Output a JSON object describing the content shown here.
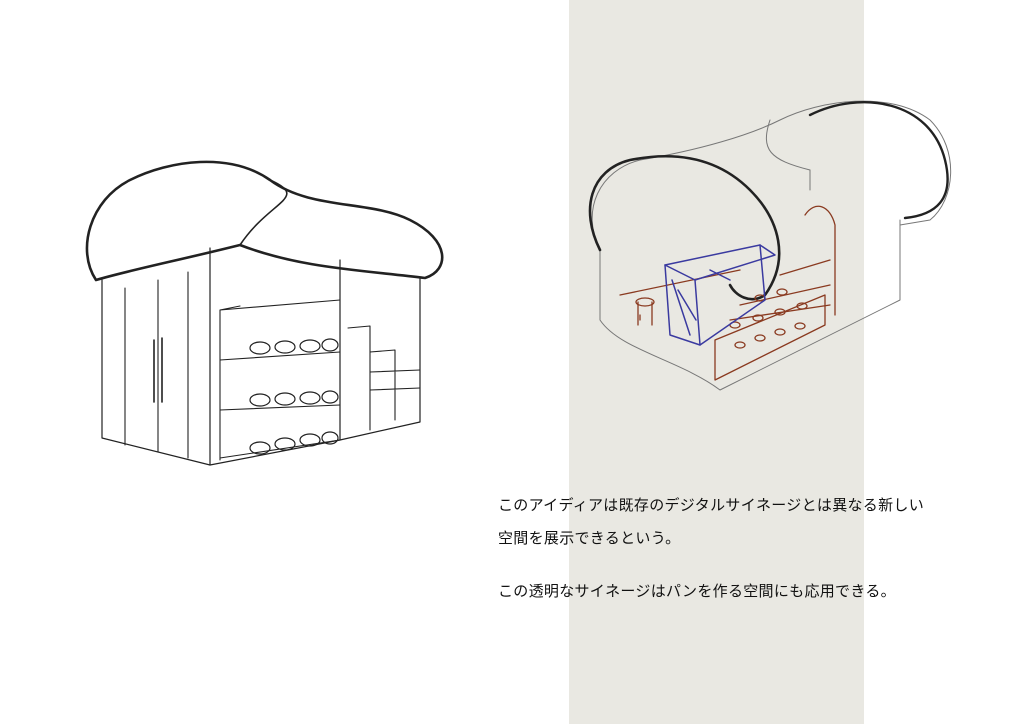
{
  "colors": {
    "band": "#e9e8e2",
    "ink": "#222222",
    "brown_sketch": "#8a3a20",
    "blue_sketch": "#3a3aa0"
  },
  "captions": [
    "このアイディアは既存のデジタルサイネージとは異なる新しい",
    "空間を展示できるという。",
    "この透明なサイネージはパンを作る空間にも応用できる。"
  ]
}
